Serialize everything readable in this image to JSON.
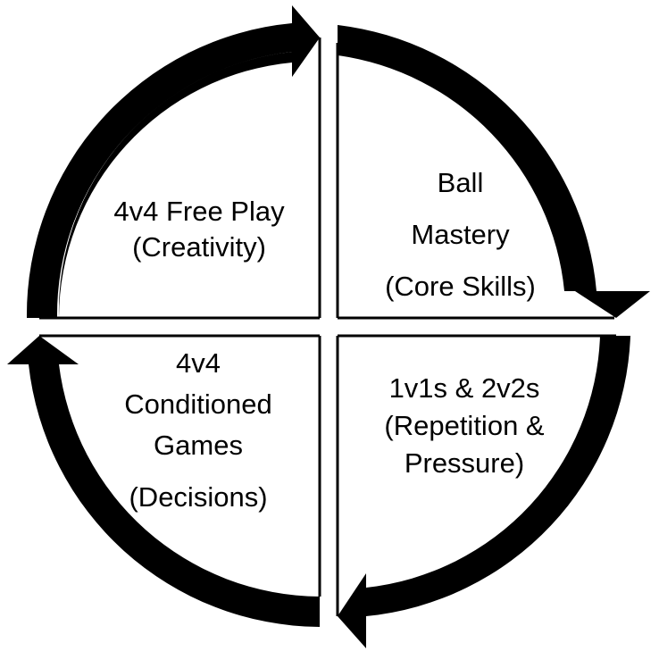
{
  "diagram": {
    "colors": {
      "arrow": "#000000",
      "divider": "#000000",
      "background": "#ffffff"
    },
    "quadrants": {
      "top_left": {
        "lines": [
          "4v4 Free Play",
          "(Creativity)"
        ]
      },
      "top_right": {
        "lines": [
          "Ball",
          "Mastery",
          "(Core Skills)"
        ]
      },
      "bottom_left": {
        "lines": [
          "4v4",
          "Conditioned",
          "Games",
          "(Decisions)"
        ]
      },
      "bottom_right": {
        "lines": [
          "1v1s & 2v2s",
          "(Repetition &",
          "Pressure)"
        ]
      }
    }
  }
}
